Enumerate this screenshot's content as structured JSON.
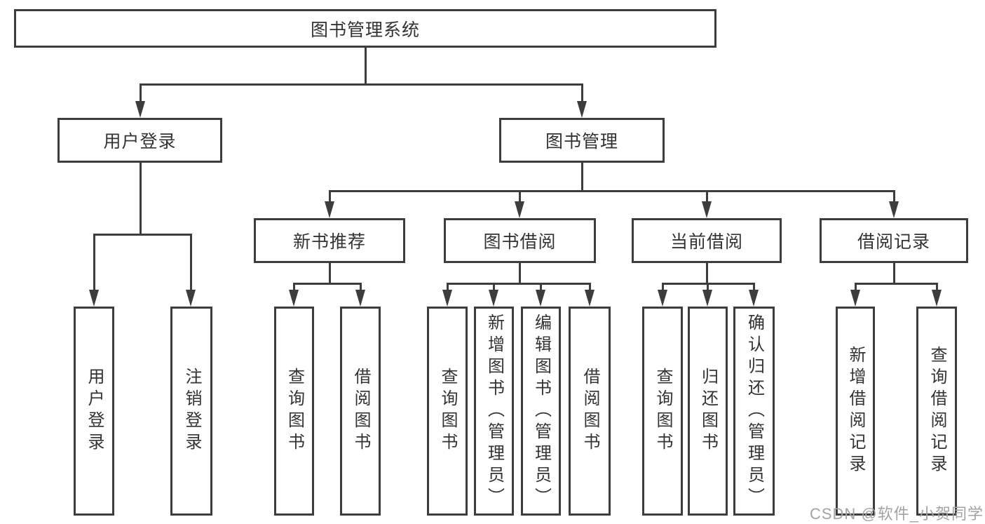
{
  "diagram": {
    "root": "图书管理系统",
    "branches": [
      {
        "label": "用户登录",
        "children": [
          "用户登录",
          "注销登录"
        ]
      },
      {
        "label": "图书管理",
        "children": [
          {
            "label": "新书推荐",
            "children": [
              "查询图书",
              "借阅图书"
            ]
          },
          {
            "label": "图书借阅",
            "children": [
              "查询图书",
              "新增图书（管理员）",
              "编辑图书（管理员）",
              "借阅图书"
            ]
          },
          {
            "label": "当前借阅",
            "children": [
              "查询图书",
              "归还图书",
              "确认归还（管理员）"
            ]
          },
          {
            "label": "借阅记录",
            "children": [
              "新增借阅记录",
              "查询借阅记录"
            ]
          }
        ]
      }
    ]
  },
  "watermark": "CSDN @软件_小贺同学",
  "colors": {
    "border": "#3d3d3d",
    "text": "#333333",
    "watermark": "#a3a3a3",
    "background": "#ffffff"
  }
}
